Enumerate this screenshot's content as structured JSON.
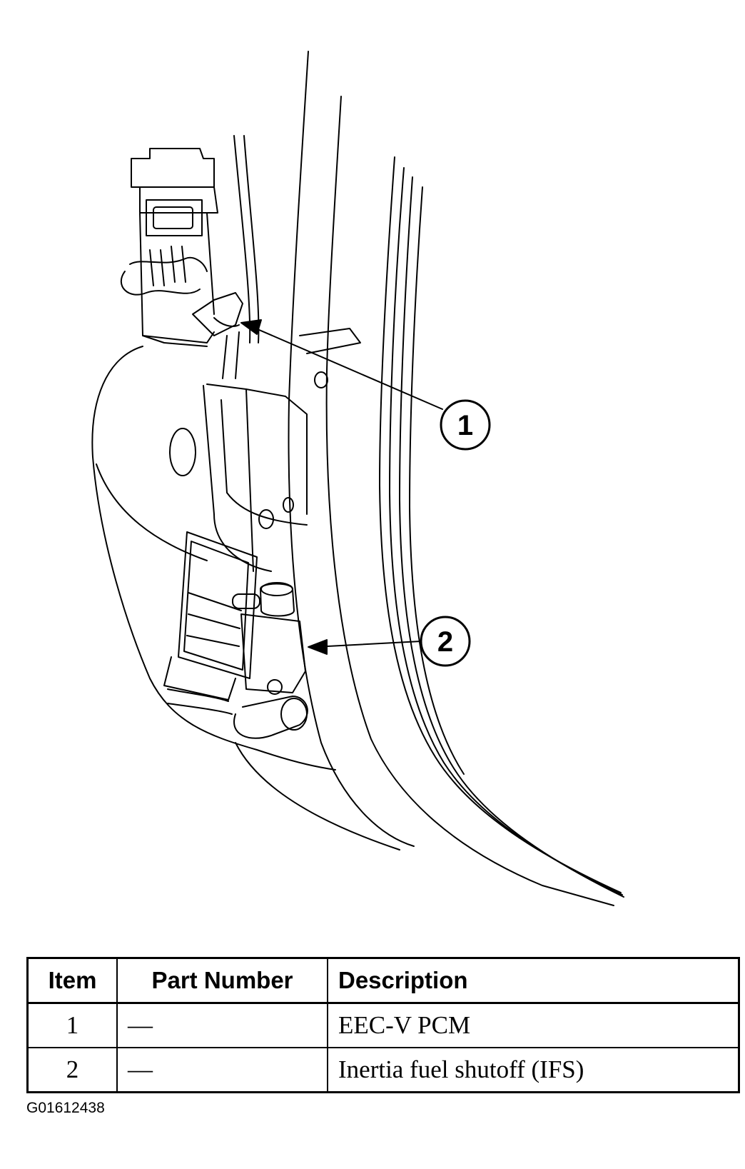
{
  "callouts": [
    {
      "number": "1"
    },
    {
      "number": "2"
    }
  ],
  "table": {
    "headers": {
      "item": "Item",
      "part_number": "Part Number",
      "description": "Description"
    },
    "rows": [
      {
        "item": "1",
        "part_number": "—",
        "description": "EEC-V PCM"
      },
      {
        "item": "2",
        "part_number": "—",
        "description": "Inertia fuel shutoff (IFS)"
      }
    ]
  },
  "figure_id": "G01612438"
}
